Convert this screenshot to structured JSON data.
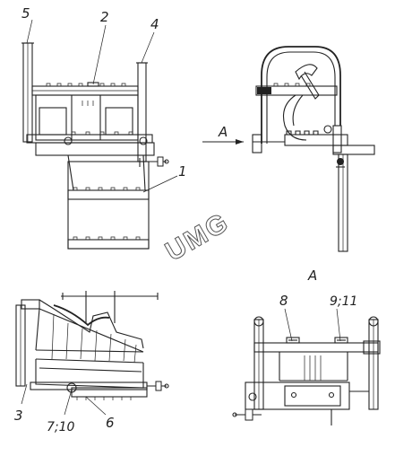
{
  "labels": {
    "l5": "5",
    "l2": "2",
    "l4": "4",
    "l1": "1",
    "l3": "3",
    "l710": "7;10",
    "l6": "6",
    "l8": "8",
    "l911": "9;11",
    "view_a_arrow": "A",
    "view_a_title": "A"
  },
  "watermark": "UMG"
}
